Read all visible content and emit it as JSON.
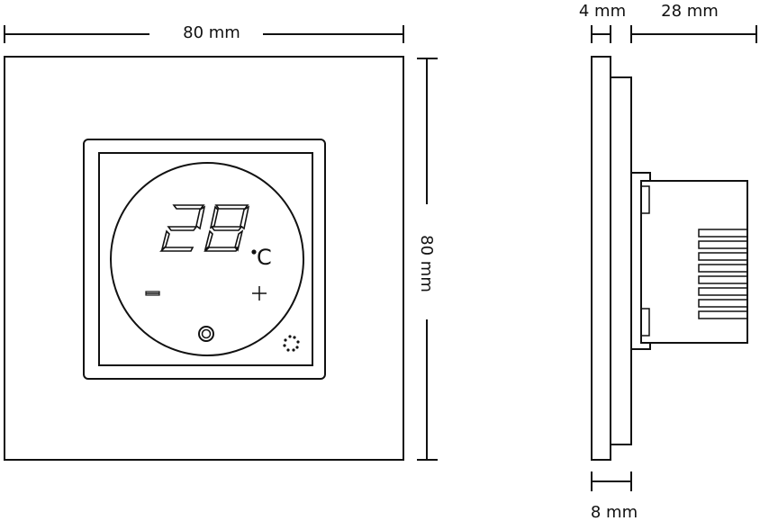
{
  "dimensions": {
    "front_width": "80 mm",
    "front_height": "80 mm",
    "side_plate": "4 mm",
    "side_body": "28 mm",
    "side_total": "8 mm"
  },
  "display": {
    "temperature": "28",
    "unit": "C"
  },
  "icons": {
    "minus": "minus-icon",
    "plus": "plus-icon",
    "power": "power-ring-icon",
    "fan": "fan-dots-icon"
  }
}
